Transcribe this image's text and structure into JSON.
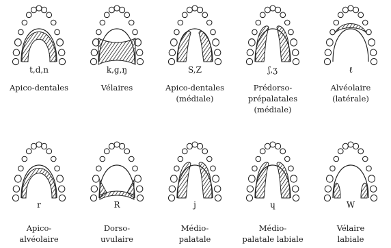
{
  "patterns": [
    {
      "symbols": "t,d,n",
      "caption": [
        "Apico-dentales"
      ],
      "shape": "apical-ring"
    },
    {
      "symbols": "k,g,ŋ",
      "caption": [
        "Vélaires"
      ],
      "shape": "velar"
    },
    {
      "symbols": "S,Z",
      "caption": [
        "Apico-dentales",
        "(médiale)"
      ],
      "shape": "sides-front-gap"
    },
    {
      "symbols": "ʃ,ʒ",
      "caption": [
        "Prédorso-",
        "prépalatales",
        "(médiale)"
      ],
      "shape": "sides-wide"
    },
    {
      "symbols": "ℓ",
      "caption": [
        "Alvéolaire",
        "(latérale)"
      ],
      "shape": "front-band"
    },
    {
      "symbols": "r",
      "caption": [
        "Apico-",
        "alvéolaire"
      ],
      "shape": "apical-ring-thin"
    },
    {
      "symbols": "R",
      "caption": [
        "Dorso-",
        "uvulaire"
      ],
      "shape": "uvular"
    },
    {
      "symbols": "j",
      "caption": [
        "Médio-",
        "palatale"
      ],
      "shape": "sides-wide"
    },
    {
      "symbols": "ɥ",
      "caption": [
        "Médio-",
        "palatale labiale"
      ],
      "shape": "sides-wide"
    },
    {
      "symbols": "W",
      "caption": [
        "Vélaire",
        "labiale"
      ],
      "shape": "back-small"
    }
  ]
}
